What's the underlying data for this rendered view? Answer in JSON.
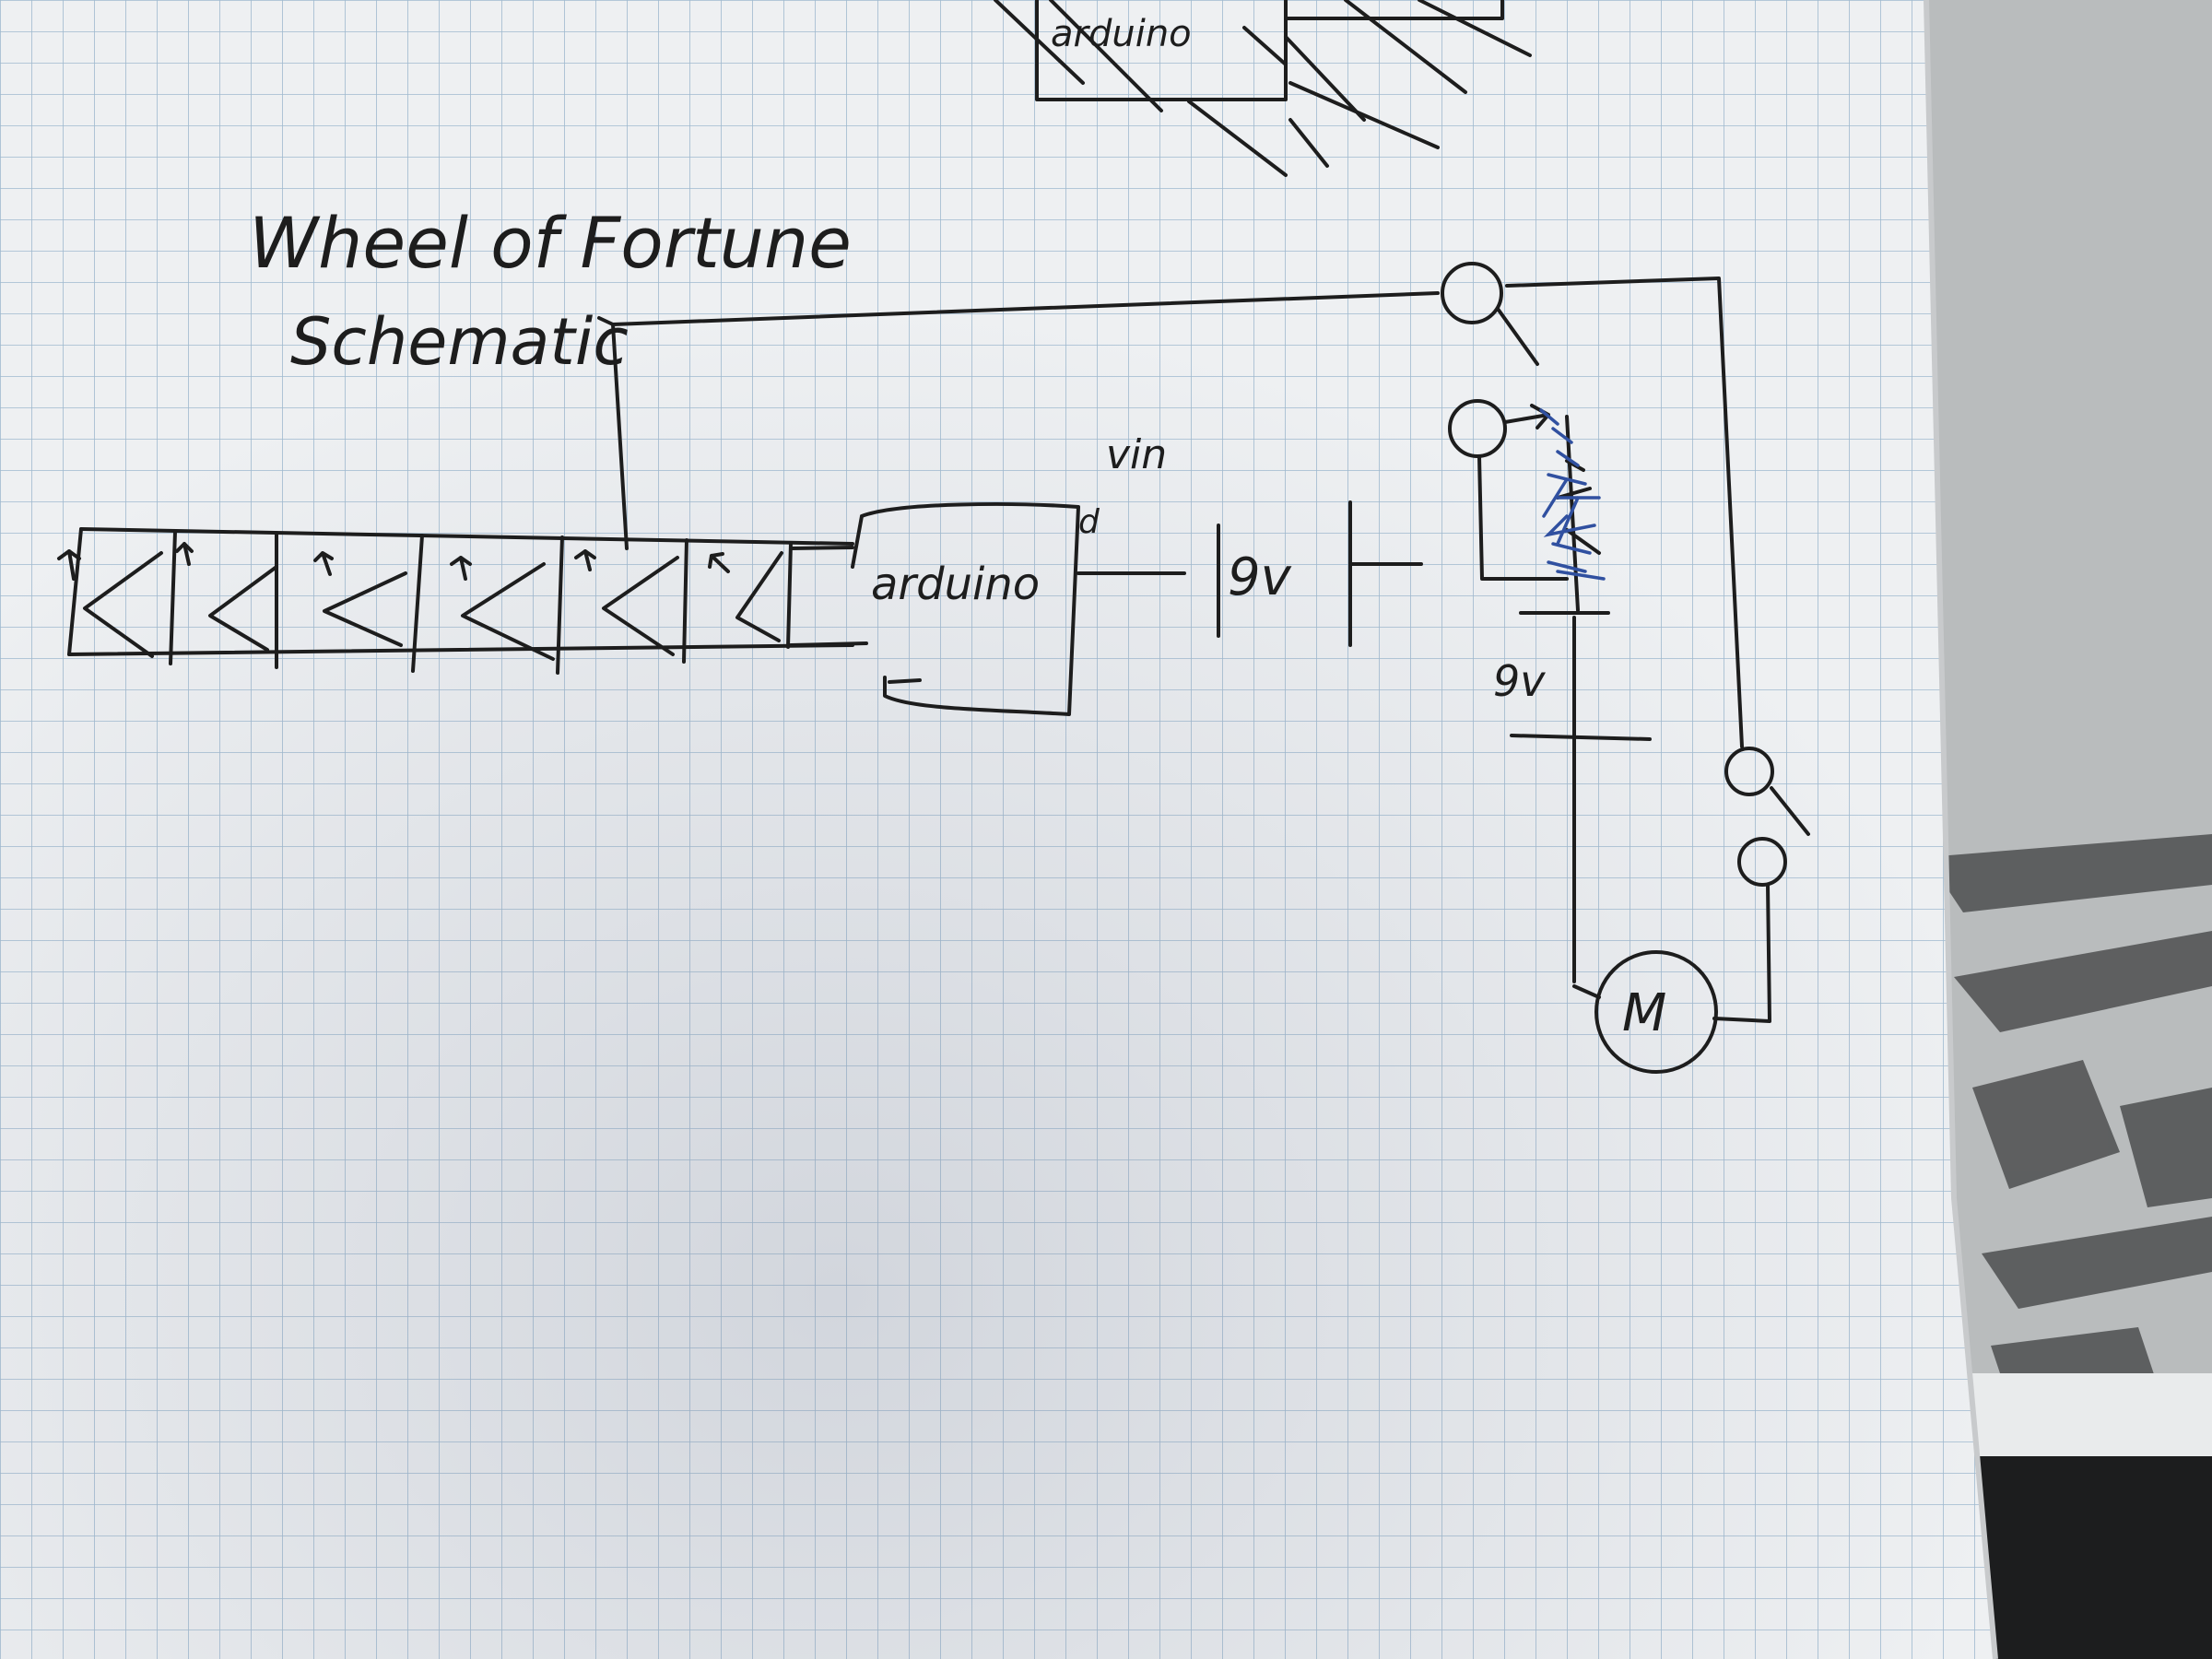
{
  "diagram": {
    "title_line1": "Wheel of Fortune",
    "title_line2": "Schematic",
    "arduino_label": "arduino",
    "top_sketch_label": "arduino",
    "vin_label": "vin",
    "pin_label": "d",
    "battery1_label": "9v",
    "battery2_label": "9v",
    "motor_label": "M"
  },
  "colors": {
    "ink": "#1d1d1d",
    "blue_ink": "#3050a0",
    "grid": "#9fb9cf",
    "paper": "#eef0f2",
    "background": "#b9bcbd"
  }
}
